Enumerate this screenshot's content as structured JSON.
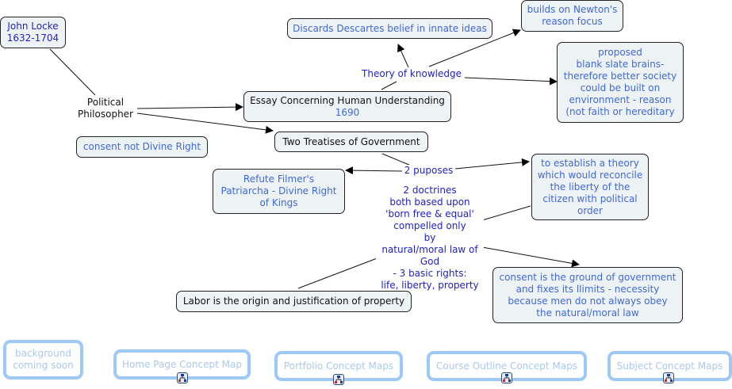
{
  "nodes": {
    "john_locke": "John Locke\n1632-1704",
    "political_philosopher": "Political\nPhilosopher",
    "consent_not_divine": "consent not Divine Right",
    "essay": "Essay Concerning Human Understanding",
    "essay_year": "1690",
    "two_treatises": "Two Treatises of Government",
    "discards_descartes": "Discards Descartes belief in innate ideas",
    "newton": "builds on Newton's\nreason focus",
    "theory_of_knowledge": "Theory of knowledge",
    "blank_slate": "proposed\nblank slate brains-\ntherefore better society\ncould be built on\nenvironment - reason\n(not faith or hereditary",
    "two_purposes": "2 puposes",
    "refute_filmer": "Refute Filmer's\nPatriarcha - Divine Right\nof Kings",
    "establish_theory": "to establish a theory\nwhich would reconcile\nthe liberty of the\ncitizen with political\norder",
    "doctrines": "2 doctrines\nboth based upon\n'born free & equal'\ncompelled only\nby\nnatural/moral law of\nGod\n- 3 basic rights:\nlife, liberty, property",
    "consent_ground": "consent is the ground of government\nand fixes its llimits - necessity\nbecause men do not always obey\nthe natural/moral law",
    "labor": "Labor is the origin and justification of property"
  },
  "nav": {
    "background": "background\ncoming soon",
    "home": "Home Page Concept Map",
    "portfolio": "Portfolio Concept Maps",
    "course_outline": "Course Outline Concept Maps",
    "subject": "Subject Concept Maps",
    "icon": "concept-map-icon"
  }
}
